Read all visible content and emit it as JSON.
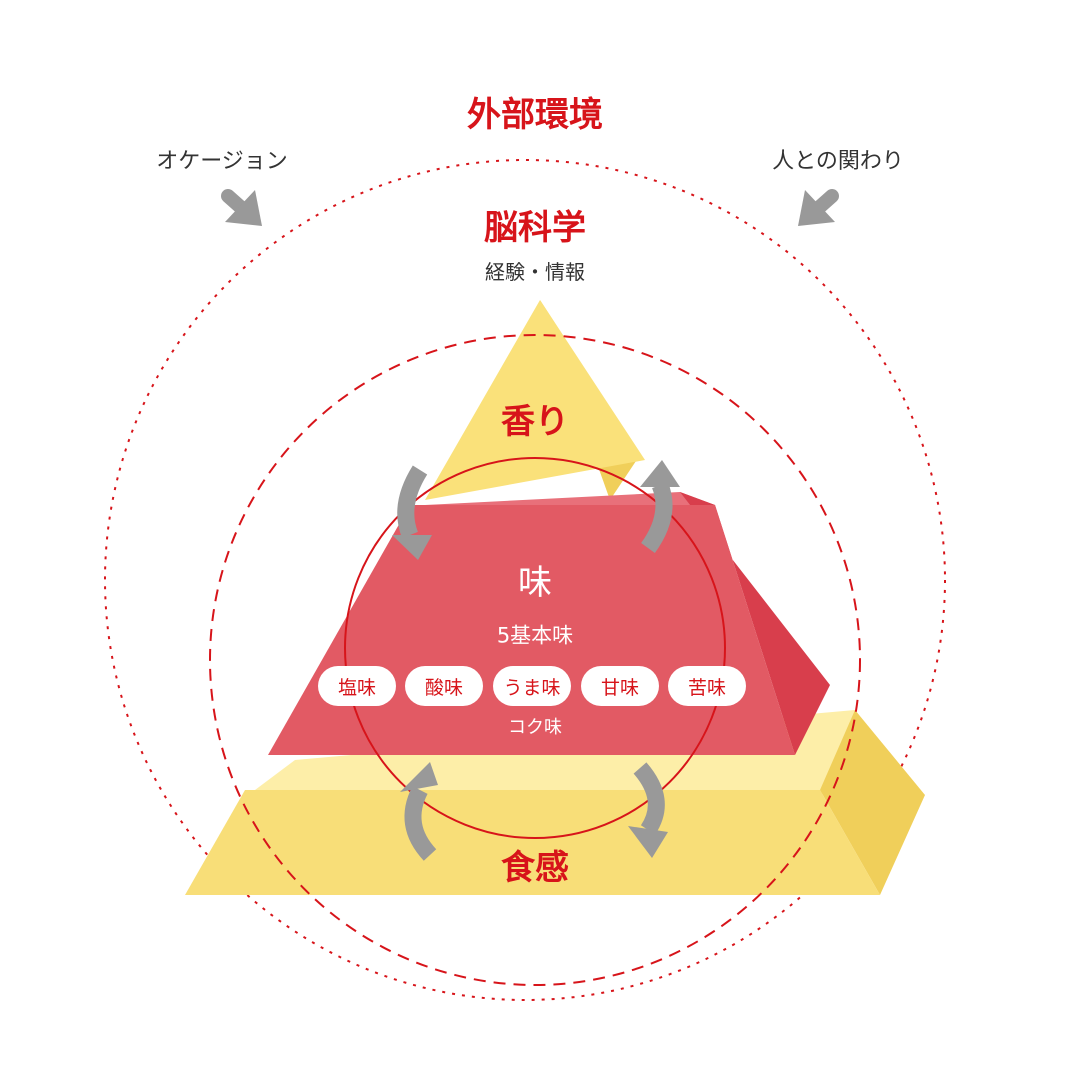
{
  "labels": {
    "external_environment": "外部環境",
    "occasion": "オケージョン",
    "relationships": "人との関わり",
    "brain_science": "脳科学",
    "brain_science_sub": "経験・情報",
    "aroma": "香り",
    "taste": "味",
    "basic_tastes_title": "5基本味",
    "basic_tastes": [
      "塩味",
      "酸味",
      "うま味",
      "甘味",
      "苦味"
    ],
    "kokumi": "コク味",
    "texture": "食感"
  },
  "icons": {
    "inflow_arrow": "down-right-arrow-icon",
    "cycle_arrow": "curved-arrow-icon"
  },
  "colors": {
    "accent_red": "#d7141a",
    "taste_red": "#e25a64",
    "taste_red_side": "#d83e4c",
    "aroma_yellow": "#fae17a",
    "texture_yellow": "#f7e07a",
    "arrow_grey": "#999999",
    "text_dark": "#333333"
  }
}
